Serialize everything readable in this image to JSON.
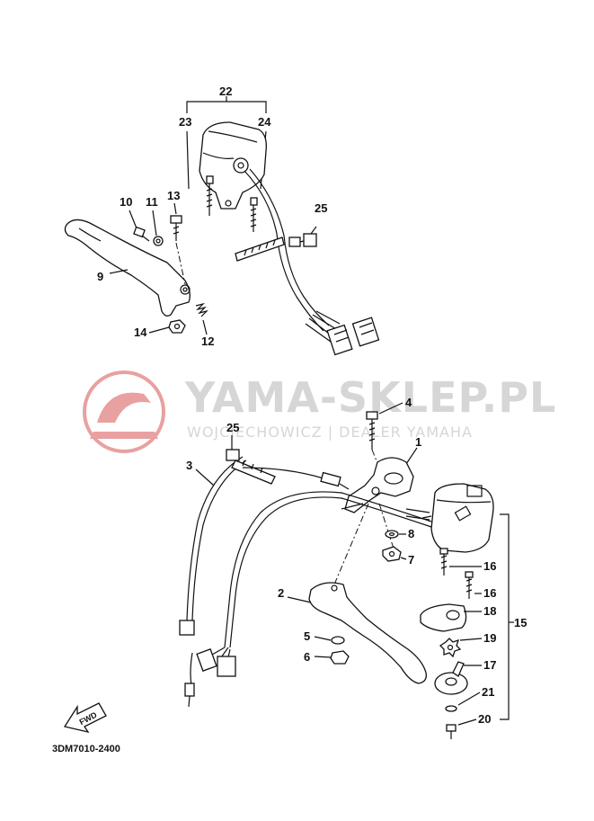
{
  "watermark": {
    "title": "YAMA-SKLEP.PL",
    "subtitle": "WOJCIECHOWICZ | DEALER YAMAHA"
  },
  "document_code": "3DM7010-2400",
  "fwd_label": "FWD",
  "part_numbers": {
    "p1": "1",
    "p2": "2",
    "p3": "3",
    "p4": "4",
    "p5": "5",
    "p6": "6",
    "p7": "7",
    "p8": "8",
    "p9": "9",
    "p10": "10",
    "p11": "11",
    "p12": "12",
    "p13": "13",
    "p14": "14",
    "p15": "15",
    "p16a": "16",
    "p16b": "16",
    "p17": "17",
    "p18": "18",
    "p19": "19",
    "p20": "20",
    "p21": "21",
    "p22": "22",
    "p23": "23",
    "p24": "24",
    "p25a": "25",
    "p25b": "25"
  },
  "colors": {
    "watermark": "#d6d6d6",
    "logo": "#e8a0a0",
    "line": "#111111"
  }
}
